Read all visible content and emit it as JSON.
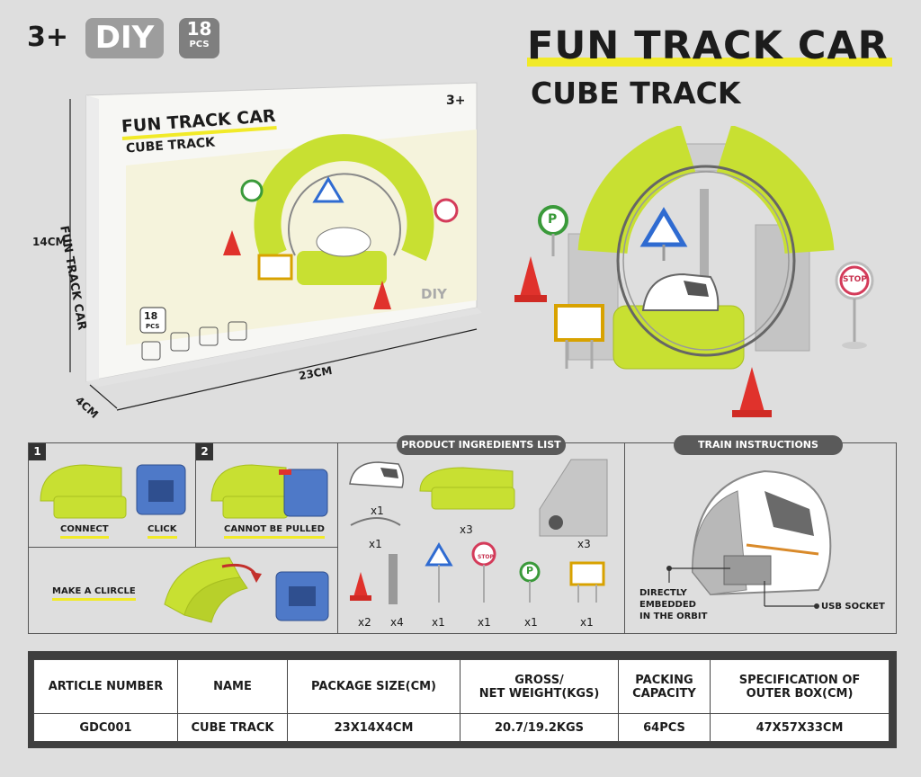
{
  "header": {
    "age": "3+",
    "diy": "DIY",
    "pieces_number": "18",
    "pieces_unit": "PCS",
    "title": "FUN TRACK CAR",
    "subtitle": "CUBE TRACK"
  },
  "box": {
    "title": "FUN TRACK CAR",
    "subtitle": "CUBE TRACK",
    "age": "3+",
    "side_text": "FUN TRACK CAR",
    "diy": "DIY",
    "pcs_number": "18",
    "pcs_unit": "PCS"
  },
  "dimensions": {
    "height": "14CM",
    "width": "23CM",
    "depth": "4CM"
  },
  "signs": {
    "stop": "STOP",
    "parking": "P"
  },
  "steps": {
    "step1_number": "1",
    "step1_connect": "CONNECT",
    "step1_click": "CLICK",
    "step2_number": "2",
    "step2_label": "CANNOT BE PULLED",
    "make_circle": "MAKE A CLIRCLE"
  },
  "ingredients": {
    "title": "PRODUCT INGREDIENTS LIST",
    "qty_train": "x1",
    "qty_track": "x3",
    "qty_cable": "x1",
    "qty_pillar": "x3",
    "qty_cone": "x2",
    "qty_pole": "x4",
    "qty_warning": "x1",
    "qty_stop": "x1",
    "qty_parking": "x1",
    "qty_board": "x1"
  },
  "train": {
    "title": "TRAIN INSTRUCTIONS",
    "note_line1": "DIRECTLY",
    "note_line2": "EMBEDDED",
    "note_line3": "IN THE ORBIT",
    "usb": "USB SOCKET"
  },
  "spec": {
    "headers": [
      "ARTICLE NUMBER",
      "NAME",
      "PACKAGE SIZE(CM)",
      "GROSS/",
      "NET WEIGHT(KGS)",
      "PACKING",
      "CAPACITY",
      "SPECIFICATION OF",
      "OUTER BOX(CM)"
    ],
    "row": [
      "GDC001",
      "CUBE TRACK",
      "23X14X4CM",
      "20.7/19.2KGS",
      "64PCS",
      "47X57X33CM"
    ]
  }
}
